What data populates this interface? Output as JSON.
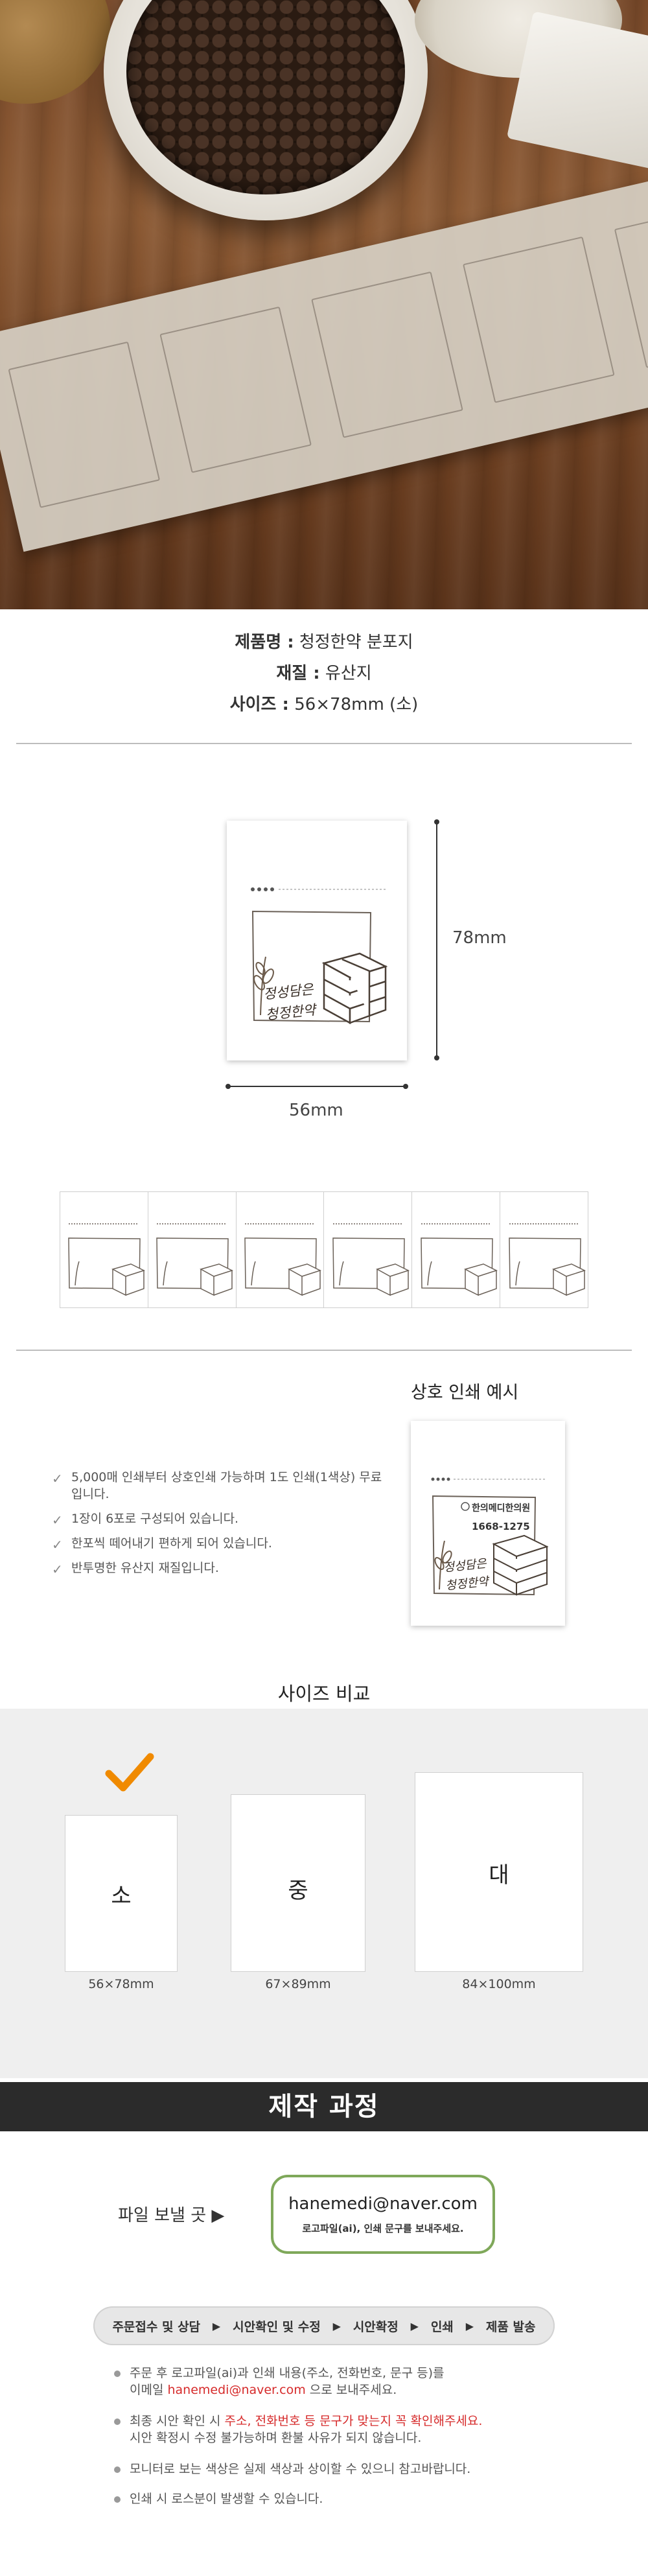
{
  "product": {
    "name_key": "제품명 :",
    "name_val": "청정한약 분포지",
    "material_key": "재질 :",
    "material_val": "유산지",
    "size_key": "사이즈 :",
    "size_val": "56×78mm (소)"
  },
  "label": {
    "text_line1": "정성담은",
    "text_line2": "청정한약",
    "height_label": "78mm",
    "width_label": "56mm"
  },
  "print_example": {
    "title": "상호 인쇄 예시",
    "clinic_name": "한의메디한의원",
    "clinic_sub": "",
    "phone": "1668-1275"
  },
  "features": [
    "5,000매 인쇄부터 상호인쇄 가능하며 1도 인쇄(1색상) 무료입니다.",
    "1장이 6포로 구성되어 있습니다.",
    "한포씩 떼어내기 편하게 되어 있습니다.",
    "반투명한 유산지 재질입니다."
  ],
  "size_compare": {
    "title": "사이즈 비교",
    "sizes": [
      {
        "label": "소",
        "caption": "56×78mm"
      },
      {
        "label": "중",
        "caption": "67×89mm"
      },
      {
        "label": "대",
        "caption": "84×100mm"
      }
    ],
    "checkmark_color": "#f08a00"
  },
  "process": {
    "title": "제작 과정",
    "send_label": "파일 보낼 곳 ▶",
    "email": "hanemedi@naver.com",
    "email_sub": "로고파일(ai), 인쇄 문구를 보내주세요.",
    "steps": [
      "주문접수 및 상담",
      "시안확인 및 수정",
      "시안확정",
      "인쇄",
      "제품 발송"
    ],
    "notes": {
      "n1_a": "주문 후 로고파일(ai)과 인쇄 내용(주소, 전화번호, 문구 등)를",
      "n1_b_pre": "이메일 ",
      "n1_b_email": "hanemedi@naver.com",
      "n1_b_post": " 으로 보내주세요.",
      "n2_a_pre": "최종 시안 확인 시 ",
      "n2_a_red": "주소, 전화번호 등 문구가 맞는지 꼭 확인해주세요.",
      "n2_b": "시안 확정시 수정 불가능하며 환불 사유가 되지 않습니다.",
      "n3": "모니터로 보는 색상은 실제 색상과 상이할 수 있으니 참고바랍니다.",
      "n4": "인쇄 시 로스분이 발생할 수 있습니다."
    }
  },
  "colors": {
    "accent_green": "#7fa85a",
    "warning_red": "#d62b2b",
    "dark_bar": "#2b2b2b"
  }
}
